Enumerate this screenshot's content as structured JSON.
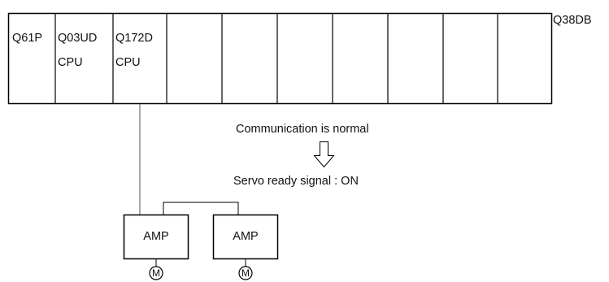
{
  "base_unit": {
    "label": "Q38DB",
    "slots": [
      {
        "line1": "Q61P",
        "line2": ""
      },
      {
        "line1": "Q03UD",
        "line2": "CPU"
      },
      {
        "line1": "Q172D",
        "line2": "CPU"
      },
      {
        "line1": "",
        "line2": ""
      },
      {
        "line1": "",
        "line2": ""
      },
      {
        "line1": "",
        "line2": ""
      },
      {
        "line1": "",
        "line2": ""
      },
      {
        "line1": "",
        "line2": ""
      },
      {
        "line1": "",
        "line2": ""
      },
      {
        "line1": "",
        "line2": ""
      }
    ]
  },
  "status": {
    "communication": "Communication is normal",
    "servo_ready": "Servo ready signal : ON"
  },
  "amplifiers": [
    {
      "label": "AMP",
      "motor": "M"
    },
    {
      "label": "AMP",
      "motor": "M"
    }
  ]
}
